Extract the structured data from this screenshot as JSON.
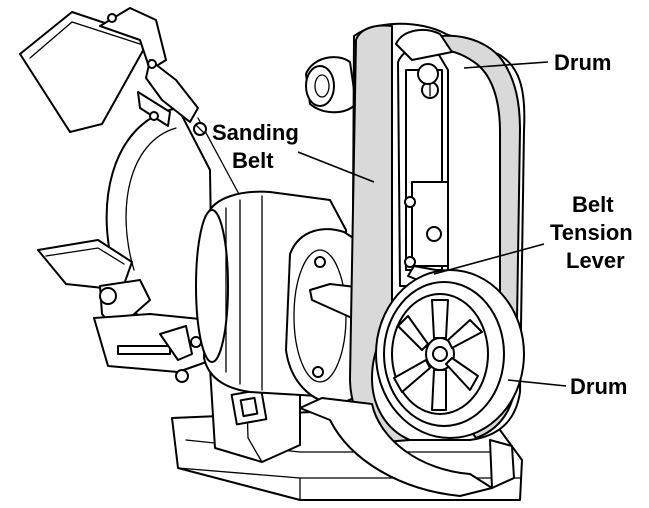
{
  "labels": {
    "drum_top": "Drum",
    "sanding_belt_line1": "Sanding",
    "sanding_belt_line2": "Belt",
    "belt_tension_line1": "Belt",
    "belt_tension_line2": "Tension",
    "belt_tension_line3": "Lever",
    "drum_bottom": "Drum"
  },
  "colors": {
    "ink": "#000000",
    "belt_fill": "#d9d9d9",
    "background": "#ffffff"
  }
}
